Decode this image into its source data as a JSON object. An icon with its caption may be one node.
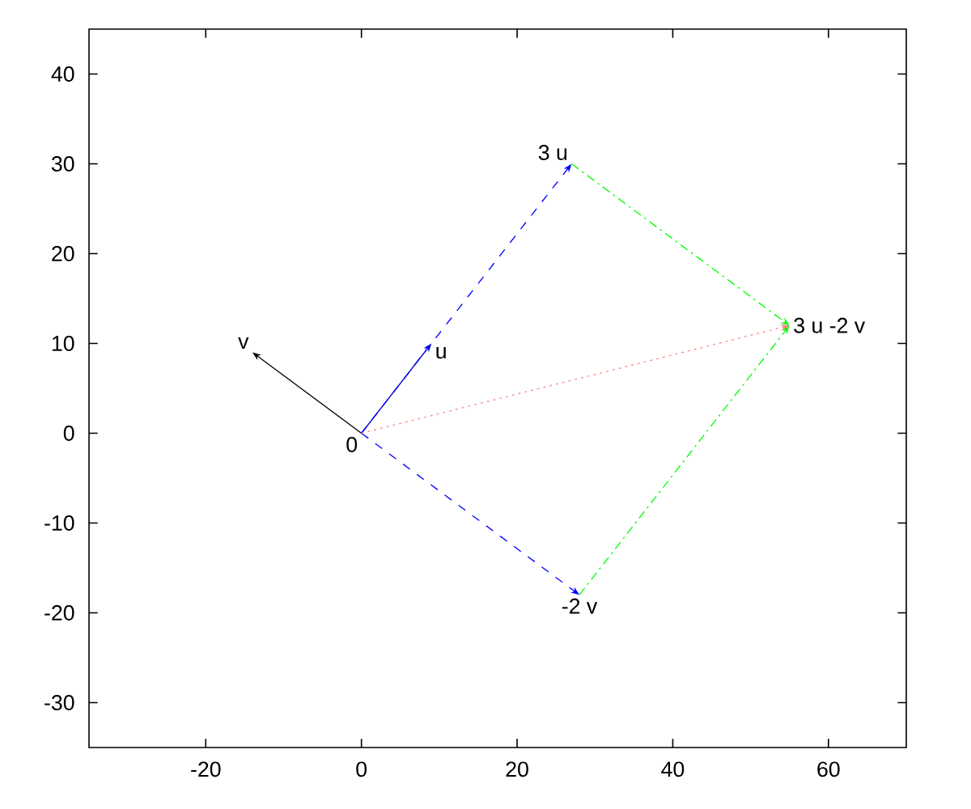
{
  "diagram": {
    "nodes": [
      {
        "text": [
          "0"
        ]
      },
      {
        "text": [
          "u"
        ]
      },
      {
        "text": [
          "v"
        ]
      },
      {
        "text": [
          "3 u"
        ]
      },
      {
        "text": [
          "-2 v"
        ]
      },
      {
        "text": [
          "3 u -2 v"
        ]
      }
    ],
    "edges": [
      {
        "from": 0,
        "to": 1,
        "arrow": "to",
        "color": "#0000cc"
      },
      {
        "from": 0,
        "to": 2,
        "arrow": "to",
        "color": "#000000"
      },
      {
        "from": 0,
        "to": 3,
        "arrow": "to",
        "style": "dashed",
        "color": "#0000ff"
      },
      {
        "from": 0,
        "to": 4,
        "arrow": "to",
        "style": "dashed",
        "color": "#0000ff"
      },
      {
        "from": 3,
        "to": 5,
        "arrow": "to",
        "style": "dashed",
        "color": "#00ff00"
      },
      {
        "from": 4,
        "to": 5,
        "arrow": "to",
        "style": "dashed",
        "color": "#00ff00"
      },
      {
        "from": 0,
        "to": 5,
        "arrow": "to",
        "style": "dashed",
        "color": "#ff8080"
      }
    ],
    "chart_data": {
      "type": "line",
      "xlim": [
        -35,
        70
      ],
      "ylim": [
        -35,
        45
      ],
      "xticks": [
        {
          "value": -20,
          "label": "-20"
        },
        {
          "value": 0,
          "label": "0"
        },
        {
          "value": 20,
          "label": "20"
        },
        {
          "value": 40,
          "label": "40"
        },
        {
          "value": 60,
          "label": "60"
        }
      ],
      "yticks": [
        {
          "value": -30,
          "label": "-30"
        },
        {
          "value": -20,
          "label": "-20"
        },
        {
          "value": -10,
          "label": "-10"
        },
        {
          "value": 0,
          "label": "0"
        },
        {
          "value": 10,
          "label": "10"
        },
        {
          "value": 20,
          "label": "20"
        },
        {
          "value": 30,
          "label": "30"
        },
        {
          "value": 40,
          "label": "40"
        }
      ]
    }
  }
}
